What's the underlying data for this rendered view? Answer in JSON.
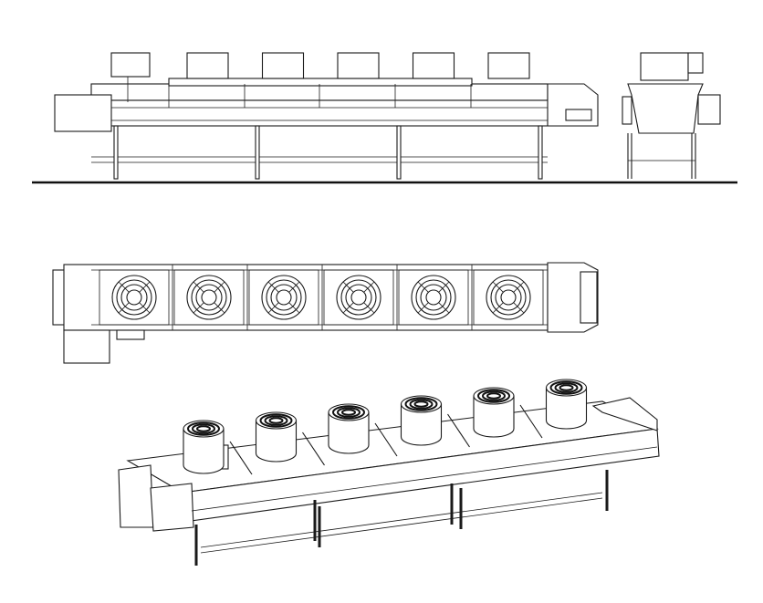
{
  "drawing": {
    "views": [
      "side-elevation",
      "end-elevation",
      "top-plan",
      "isometric"
    ],
    "fan_count": 6,
    "line_color": "#1a1a1a",
    "background": "#ffffff"
  }
}
